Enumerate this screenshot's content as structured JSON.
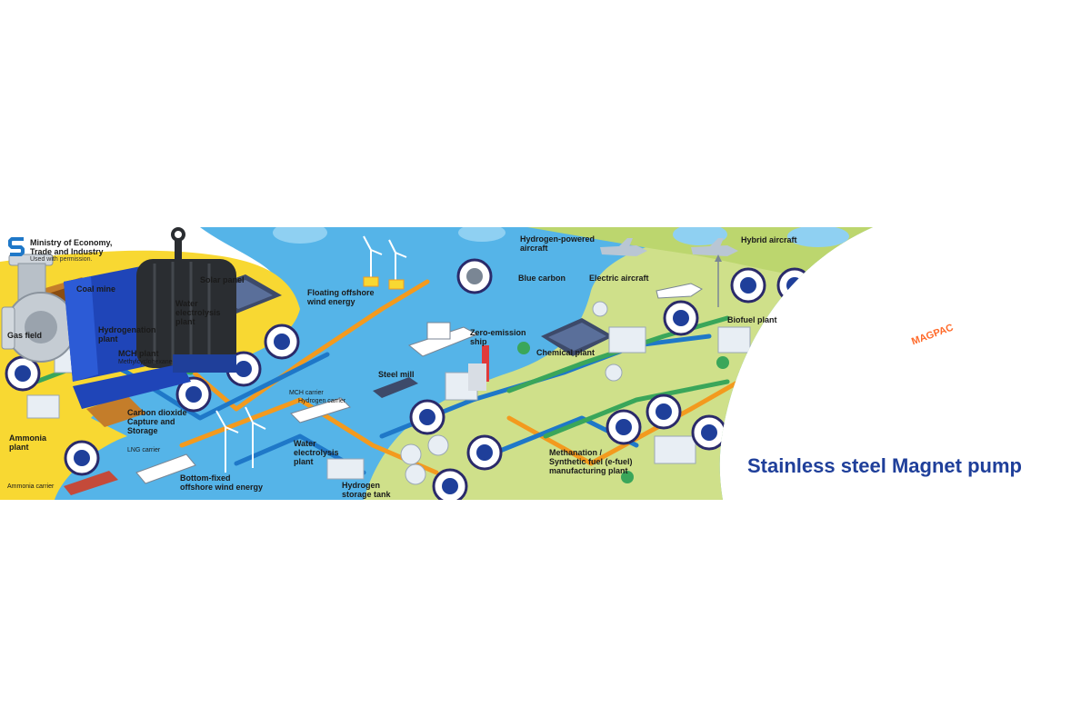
{
  "logo": {
    "line1": "Ministry of Economy,",
    "line2": "Trade and Industry",
    "line3": "Used with permission."
  },
  "labels": {
    "coal_mine": "Coal mine",
    "gas_field": "Gas field",
    "solar_panel": "Solar panel",
    "water_electrolysis_plant": "Water\nelectrolysis\nplant",
    "hydrogenation_plant": "Hydrogenation\nplant",
    "mch_plant": "MCH plant",
    "methylcyclohexane": "Methylcyclohexane",
    "carbon_dioxide": "Carbon dioxide\nCapture and\nStorage",
    "ammonia_plant": "Ammonia\nplant",
    "lng_carrier": "LNG carrier",
    "ammonia_carrier": "Ammonia carrier",
    "bottom_fixed": "Bottom-fixed\noffshore wind energy",
    "floating_offshore": "Floating offshore\nwind energy",
    "mch_carrier": "MCH carrier",
    "hydrogen_carrier": "Hydrogen carrier",
    "water_electrolysis_plant_2": "Water\nelectrolysis\nplant",
    "hydrogen_storage": "Hydrogen\nstorage tank",
    "steel_mill": "Steel mill",
    "zero_emission": "Zero-emission\nship",
    "blue_carbon": "Blue carbon",
    "electric_aircraft": "Electric aircraft",
    "hydrogen_aircraft": "Hydrogen-powered\naircraft",
    "hybrid_aircraft": "Hybrid aircraft",
    "chemical_plant": "Chemical plant",
    "biofuel_plant": "Biofuel plant",
    "methanation": "Methanation /\nSynthetic fuel (e-fuel)\nmanufacturing plant"
  },
  "product": {
    "title": "Stainless steel Magnet pump",
    "brand": "MAGPAC"
  },
  "colors": {
    "land_yellow": "#f8d832",
    "land_green": "#cfe08a",
    "sea_blue": "#55b4e8",
    "pipe_orange": "#f39a1e",
    "pipe_blue": "#1f78c8",
    "pipe_green": "#3aa65a",
    "pump_blue": "#1f3f9a",
    "title_blue": "#1f3f9a",
    "brand_orange": "#ff6a2a"
  },
  "icons": [
    "ministry-logo-icon",
    "magnet-pump-icon",
    "pipe-icon",
    "wind-turbine-icon",
    "solar-panel-icon",
    "aircraft-icon",
    "ship-icon",
    "recycle-icon",
    "factory-icon",
    "storage-tank-icon"
  ]
}
